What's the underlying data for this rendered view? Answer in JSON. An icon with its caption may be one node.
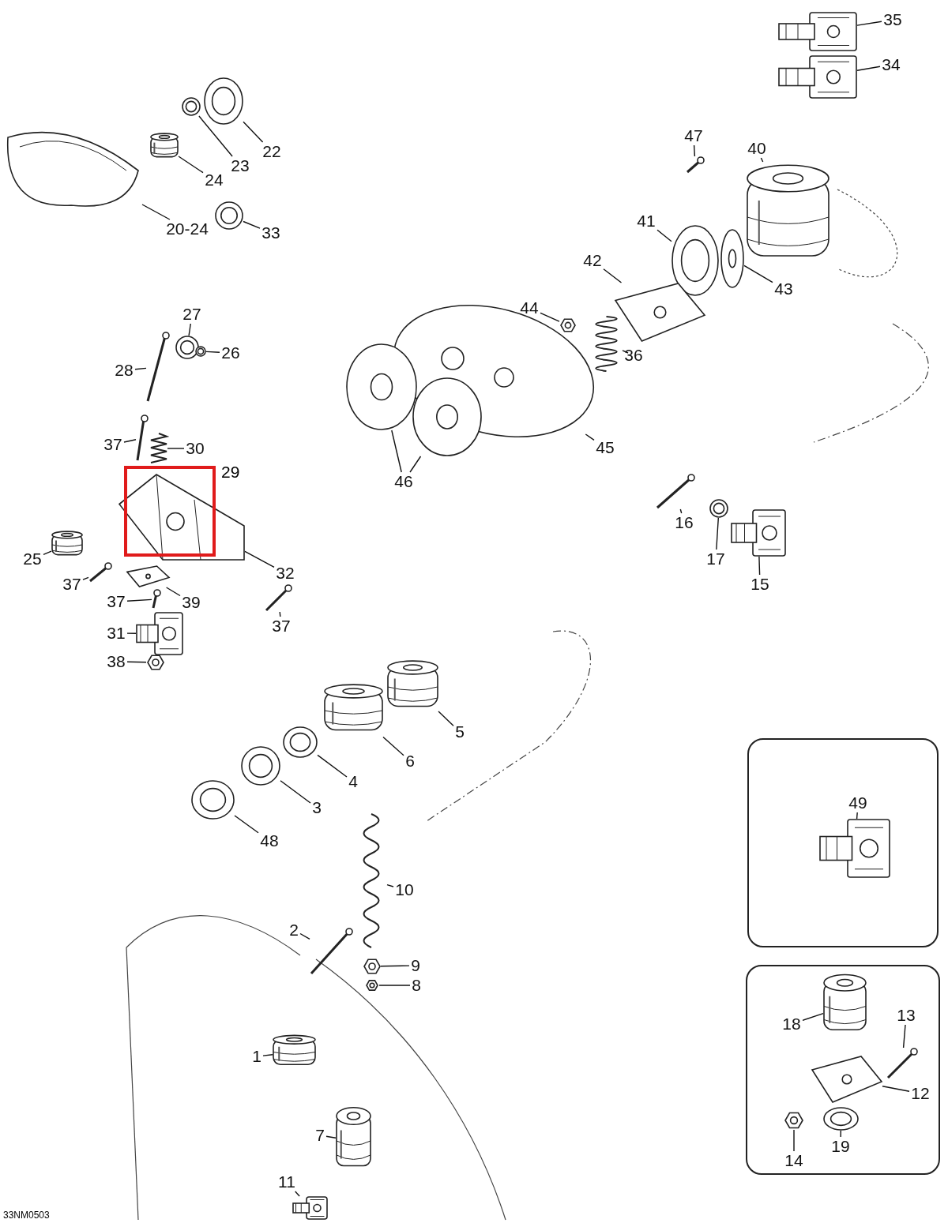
{
  "diagram": {
    "nodes": [
      {
        "text": [
          "22"
        ]
      },
      {
        "text": [],
        "shape": "picture"
      },
      {
        "text": [
          "23"
        ]
      },
      {
        "text": [],
        "shape": "picture"
      },
      {
        "text": [
          "24"
        ]
      },
      {
        "text": [],
        "shape": "picture"
      },
      {
        "text": [
          "20-24"
        ]
      },
      {
        "text": [],
        "shape": "picture"
      },
      {
        "text": [
          "33"
        ]
      },
      {
        "text": [],
        "shape": "picture"
      },
      {
        "text": [
          "35"
        ]
      },
      {
        "text": [],
        "shape": "picture"
      },
      {
        "text": [
          "34"
        ]
      },
      {
        "text": [],
        "shape": "picture"
      },
      {
        "text": [
          "47"
        ]
      },
      {
        "text": [],
        "shape": "picture"
      },
      {
        "text": [
          "40"
        ]
      },
      {
        "text": [],
        "shape": "picture"
      },
      {
        "text": [
          "41"
        ]
      },
      {
        "text": [],
        "shape": "picture"
      },
      {
        "text": [
          "42"
        ]
      },
      {
        "text": [],
        "shape": "picture"
      },
      {
        "text": [
          "43"
        ]
      },
      {
        "text": [],
        "shape": "picture"
      },
      {
        "text": [
          "44"
        ]
      },
      {
        "text": [],
        "shape": "picture"
      },
      {
        "text": [
          "27"
        ]
      },
      {
        "text": [],
        "shape": "picture"
      },
      {
        "text": [
          "26"
        ]
      },
      {
        "text": [],
        "shape": "picture"
      },
      {
        "text": [
          "36"
        ]
      },
      {
        "text": [],
        "shape": "picture"
      },
      {
        "text": [
          "28"
        ]
      },
      {
        "text": [],
        "shape": "picture"
      },
      {
        "text": [
          "45"
        ]
      },
      {
        "text": [],
        "shape": "picture"
      },
      {
        "text": [
          "37"
        ]
      },
      {
        "text": [],
        "shape": "picture"
      },
      {
        "text": [
          "30"
        ]
      },
      {
        "text": [],
        "shape": "picture"
      },
      {
        "text": [
          "46"
        ]
      },
      {
        "text": [],
        "shape": "picture"
      },
      {
        "text": [],
        "shape": "picture"
      },
      {
        "text": [
          "16"
        ]
      },
      {
        "text": [],
        "shape": "picture"
      },
      {
        "text": [
          "25"
        ]
      },
      {
        "text": [],
        "shape": "picture"
      },
      {
        "text": [
          "17"
        ]
      },
      {
        "text": [],
        "shape": "picture"
      },
      {
        "text": [
          "32"
        ]
      },
      {
        "text": [],
        "shape": "picture"
      },
      {
        "text": [
          "37"
        ]
      },
      {
        "text": [],
        "shape": "picture"
      },
      {
        "text": [
          "15"
        ]
      },
      {
        "text": [],
        "shape": "picture"
      },
      {
        "text": [
          "37"
        ]
      },
      {
        "text": [],
        "shape": "picture"
      },
      {
        "text": [
          "39"
        ]
      },
      {
        "text": [],
        "shape": "picture"
      },
      {
        "text": [
          "37"
        ]
      },
      {
        "text": [],
        "shape": "picture"
      },
      {
        "text": [
          "31"
        ]
      },
      {
        "text": [],
        "shape": "picture"
      },
      {
        "text": [
          "38"
        ]
      },
      {
        "text": [],
        "shape": "picture"
      },
      {
        "text": [
          "5"
        ]
      },
      {
        "text": [],
        "shape": "picture"
      },
      {
        "text": [
          "6"
        ]
      },
      {
        "text": [],
        "shape": "picture"
      },
      {
        "text": [
          "4"
        ]
      },
      {
        "text": [],
        "shape": "picture"
      },
      {
        "text": [
          "3"
        ]
      },
      {
        "text": [],
        "shape": "picture"
      },
      {
        "text": [],
        "shape": "box"
      },
      {
        "text": [
          "49"
        ],
        "in": 73
      },
      {
        "text": [],
        "shape": "picture",
        "in": 73
      },
      {
        "text": [
          "48"
        ]
      },
      {
        "text": [],
        "shape": "picture"
      },
      {
        "text": [
          "10"
        ]
      },
      {
        "text": [],
        "shape": "picture"
      },
      {
        "text": [
          "2"
        ]
      },
      {
        "text": [],
        "shape": "picture"
      },
      {
        "text": [
          "9"
        ]
      },
      {
        "text": [],
        "shape": "picture"
      },
      {
        "text": [
          "8"
        ]
      },
      {
        "text": [],
        "shape": "picture"
      },
      {
        "text": [],
        "shape": "box"
      },
      {
        "text": [
          "18"
        ],
        "in": 86
      },
      {
        "text": [],
        "shape": "picture",
        "in": 86
      },
      {
        "text": [
          "13"
        ],
        "in": 86
      },
      {
        "text": [],
        "shape": "picture",
        "in": 86
      },
      {
        "text": [
          "12"
        ],
        "in": 86
      },
      {
        "text": [],
        "shape": "picture",
        "in": 86
      },
      {
        "text": [
          "14"
        ],
        "in": 86
      },
      {
        "text": [],
        "shape": "picture",
        "in": 86
      },
      {
        "text": [
          "19"
        ],
        "in": 86
      },
      {
        "text": [],
        "shape": "picture",
        "in": 86
      },
      {
        "text": [
          "1"
        ]
      },
      {
        "text": [],
        "shape": "picture"
      },
      {
        "text": [
          "7"
        ]
      },
      {
        "text": [],
        "shape": "picture"
      },
      {
        "text": [
          "11"
        ]
      },
      {
        "text": [],
        "shape": "picture"
      }
    ],
    "edges": [
      {
        "from": 0,
        "to": 1,
        "arrow": "none"
      },
      {
        "from": 2,
        "to": 3,
        "arrow": "none"
      },
      {
        "from": 4,
        "to": 5,
        "arrow": "none"
      },
      {
        "from": 6,
        "to": 7,
        "arrow": "none"
      },
      {
        "from": 8,
        "to": 9,
        "arrow": "none"
      },
      {
        "from": 10,
        "to": 11,
        "arrow": "none"
      },
      {
        "from": 12,
        "to": 13,
        "arrow": "none"
      },
      {
        "from": 14,
        "to": 15,
        "arrow": "none"
      },
      {
        "from": 16,
        "to": 17,
        "arrow": "none"
      },
      {
        "from": 18,
        "to": 19,
        "arrow": "none"
      },
      {
        "from": 20,
        "to": 21,
        "arrow": "none"
      },
      {
        "from": 22,
        "to": 23,
        "arrow": "none"
      },
      {
        "from": 24,
        "to": 25,
        "arrow": "none"
      },
      {
        "from": 26,
        "to": 27,
        "arrow": "none"
      },
      {
        "from": 28,
        "to": 29,
        "arrow": "none"
      },
      {
        "from": 30,
        "to": 31,
        "arrow": "none"
      },
      {
        "from": 32,
        "to": 33,
        "arrow": "none"
      },
      {
        "from": 34,
        "to": 35,
        "arrow": "none"
      },
      {
        "from": 36,
        "to": 37,
        "arrow": "none"
      },
      {
        "from": 38,
        "to": 39,
        "arrow": "none"
      },
      {
        "from": 40,
        "to": 41,
        "arrow": "none"
      },
      {
        "from": 40,
        "to": 42,
        "arrow": "none"
      },
      {
        "from": 43,
        "to": 44,
        "arrow": "none"
      },
      {
        "from": 45,
        "to": 46,
        "arrow": "none"
      },
      {
        "from": 47,
        "to": 48,
        "arrow": "none"
      },
      {
        "from": 49,
        "to": 50,
        "arrow": "none"
      },
      {
        "from": 51,
        "to": 52,
        "arrow": "none"
      },
      {
        "from": 53,
        "to": 54,
        "arrow": "none"
      },
      {
        "from": 55,
        "to": 56,
        "arrow": "none"
      },
      {
        "from": 57,
        "to": 58,
        "arrow": "none"
      },
      {
        "from": 59,
        "to": 60,
        "arrow": "none"
      },
      {
        "from": 61,
        "to": 62,
        "arrow": "none"
      },
      {
        "from": 63,
        "to": 64,
        "arrow": "none"
      },
      {
        "from": 65,
        "to": 66,
        "arrow": "none"
      },
      {
        "from": 67,
        "to": 68,
        "arrow": "none"
      },
      {
        "from": 69,
        "to": 70,
        "arrow": "none"
      },
      {
        "from": 71,
        "to": 72,
        "arrow": "none"
      },
      {
        "from": 74,
        "to": 75,
        "arrow": "none"
      },
      {
        "from": 76,
        "to": 77,
        "arrow": "none"
      },
      {
        "from": 78,
        "to": 79,
        "arrow": "none"
      },
      {
        "from": 80,
        "to": 81,
        "arrow": "none"
      },
      {
        "from": 82,
        "to": 83,
        "arrow": "none"
      },
      {
        "from": 84,
        "to": 85,
        "arrow": "none"
      },
      {
        "from": 87,
        "to": 88,
        "arrow": "none"
      },
      {
        "from": 89,
        "to": 90,
        "arrow": "none"
      },
      {
        "from": 91,
        "to": 92,
        "arrow": "none"
      },
      {
        "from": 93,
        "to": 94,
        "arrow": "none"
      },
      {
        "from": 95,
        "to": 96,
        "arrow": "none"
      },
      {
        "from": 97,
        "to": 98,
        "arrow": "none"
      },
      {
        "from": 99,
        "to": 100,
        "arrow": "none"
      },
      {
        "from": 101,
        "to": 102,
        "arrow": "none"
      }
    ],
    "labels": [
      "29",
      "33NM0503"
    ]
  }
}
